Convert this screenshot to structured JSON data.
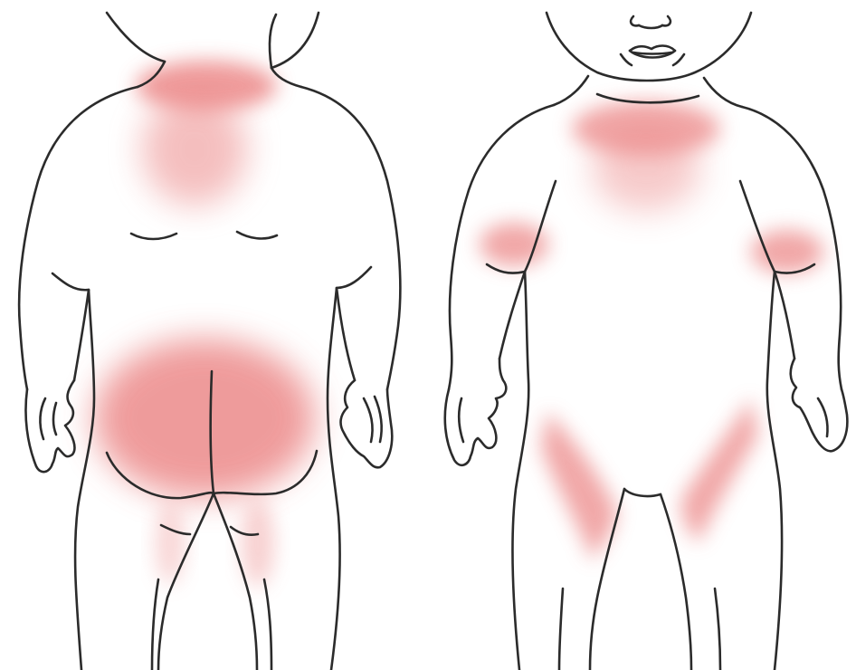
{
  "colors": {
    "background": "#ffffff",
    "outline": "#2b2b2b",
    "highlight": "#ec8a8a",
    "highlight_strong": "#e57373"
  },
  "figures": [
    {
      "view": "back",
      "highlighted_areas": [
        "neck",
        "upper-back",
        "buttocks",
        "back-of-thighs"
      ]
    },
    {
      "view": "front",
      "highlighted_areas": [
        "neck",
        "chest",
        "armpits",
        "groin"
      ]
    }
  ]
}
